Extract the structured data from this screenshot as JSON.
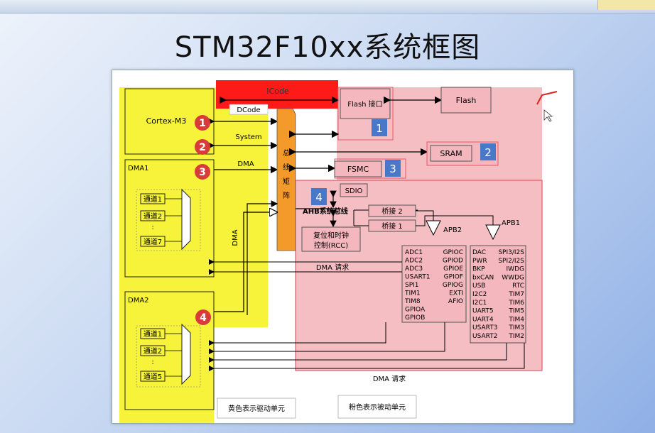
{
  "title": "STM32F10xx系统框图",
  "diagram": {
    "cortex": "Cortex-M3",
    "buses": {
      "icode": "ICode",
      "dcode": "DCode",
      "system": "System",
      "dma": "DMA",
      "dma_vertical": "DMA"
    },
    "matrix": "总线矩阵",
    "flash_interface": "Flash 接口",
    "flash": "Flash",
    "sram": "SRAM",
    "fsmc": "FSMC",
    "sdio": "SDIO",
    "ahb": "AHB系统总线",
    "bridge2": "桥接 2",
    "bridge1": "桥接 1",
    "apb2": "APB2",
    "apb1": "APB1",
    "rcc_line1": "复位和时钟",
    "rcc_line2": "控制(RCC)",
    "dma1": {
      "label": "DMA1",
      "channels": [
        "通道1",
        "通道2",
        "通道7"
      ],
      "dots": ":"
    },
    "dma2": {
      "label": "DMA2",
      "channels": [
        "通道1",
        "通道2",
        "通道5"
      ],
      "dots": ":"
    },
    "dma_request_1": "DMA 请求",
    "dma_request_2": "DMA 请求",
    "apb2_left": [
      "ADC1",
      "ADC2",
      "ADC3",
      "USART1",
      "SPI1",
      "TIM1",
      "TIM8",
      "GPIOA",
      "GPIOB"
    ],
    "apb2_right": [
      "GPIOC",
      "GPIOD",
      "GPIOE",
      "GPIOF",
      "GPIOG",
      "EXTI",
      "AFIO"
    ],
    "apb1_left": [
      "DAC",
      "PWR",
      "BKP",
      "bxCAN",
      "USB",
      "I2C2",
      "I2C1",
      "UART5",
      "UART4",
      "USART3",
      "USART2"
    ],
    "apb1_right": [
      "SPI3/I2S",
      "SPI2/I2S",
      "IWDG",
      "WWDG",
      "RTC",
      "TIM7",
      "TIM6",
      "TIM5",
      "TIM4",
      "TIM3",
      "TIM2"
    ],
    "legend_active": "黄色表示驱动单元",
    "legend_passive": "粉色表示被动单元",
    "red_markers": [
      "1",
      "2",
      "3",
      "4"
    ],
    "blue_markers": [
      "1",
      "2",
      "3",
      "4"
    ]
  },
  "colors": {
    "active": "#f7f23a",
    "passive": "#f3b7bd",
    "matrix": "#f39a2a",
    "red_marker": "#d93b3b",
    "blue_marker": "#4a78c8",
    "icode_bar": "#ff1a1a"
  }
}
